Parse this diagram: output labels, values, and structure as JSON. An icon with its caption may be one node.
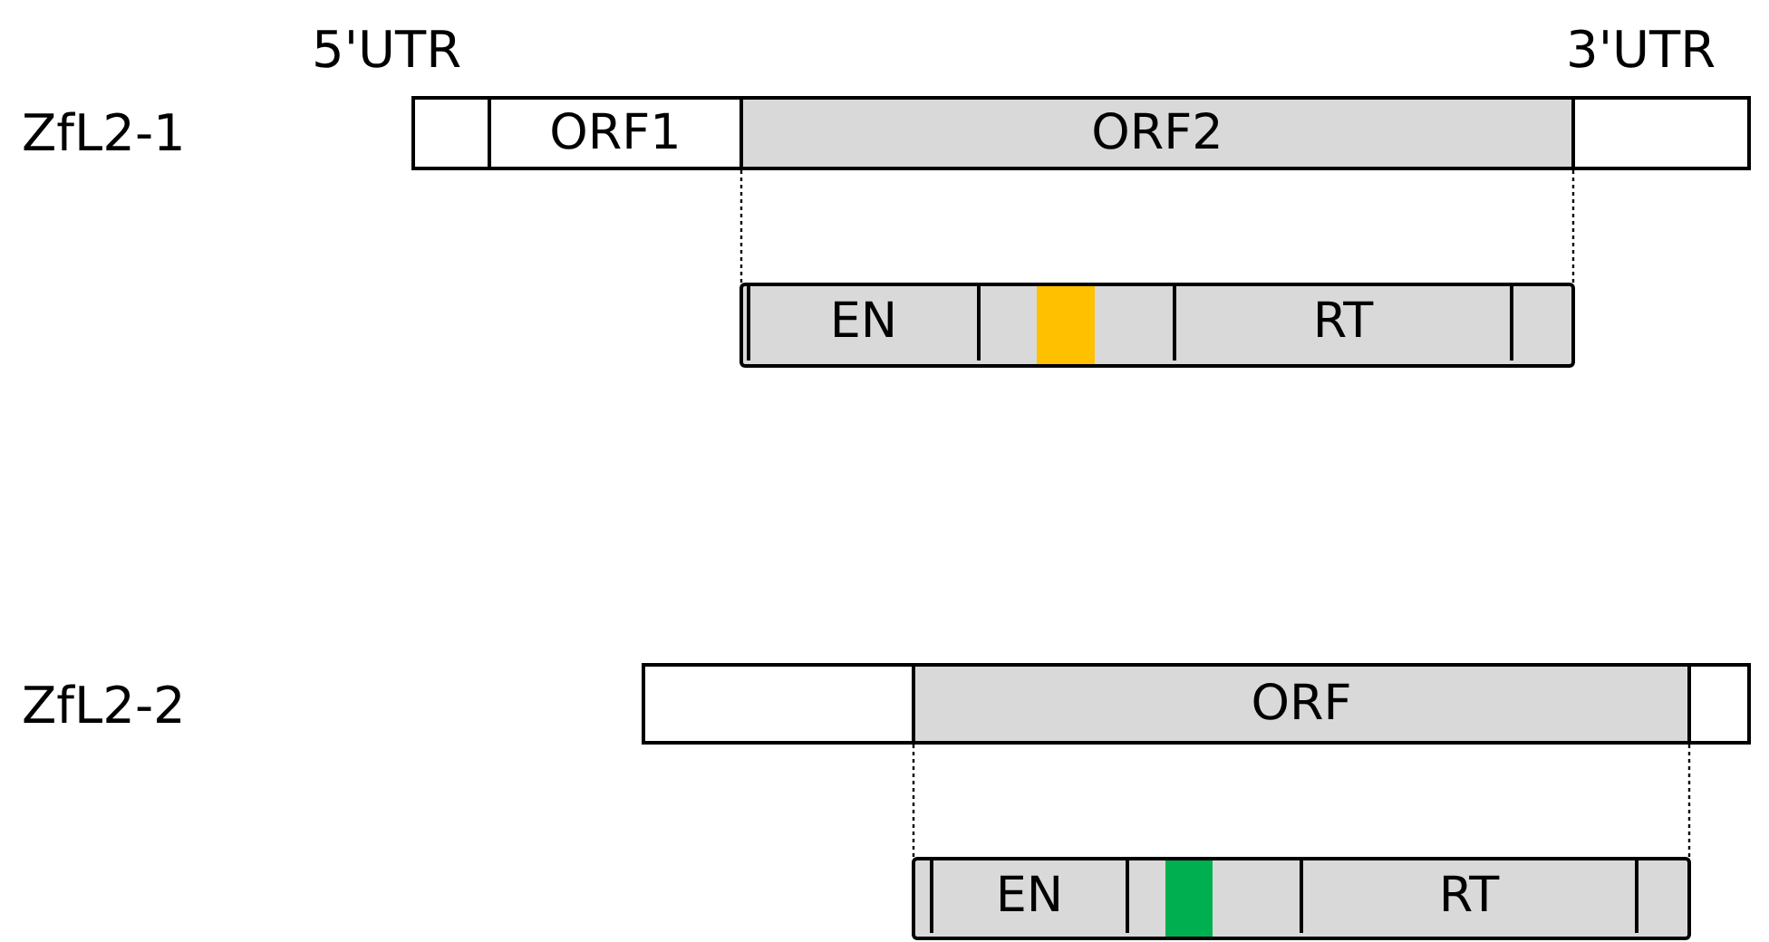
{
  "diagram": {
    "nodes": [
      {
        "text": [],
        "shape": "box",
        "beside": [
          "5'UTR"
        ]
      },
      {
        "text": [
          "ORF1"
        ]
      },
      {
        "text": [
          "ORF2"
        ]
      },
      {
        "text": [],
        "shape": "box",
        "beside": [
          "3'UTR"
        ]
      },
      {
        "text": [],
        "shape": "bar"
      },
      {
        "text": [
          "EN"
        ],
        "in": 4
      },
      {
        "text": [],
        "shape": "box",
        "in": 4
      },
      {
        "text": [
          "RT"
        ],
        "in": 4
      },
      {
        "text": [],
        "shape": "box"
      },
      {
        "text": [
          "ORF"
        ]
      },
      {
        "text": [],
        "shape": "box"
      },
      {
        "text": [],
        "shape": "bar"
      },
      {
        "text": [
          "EN"
        ],
        "in": 11
      },
      {
        "text": [],
        "shape": "box",
        "in": 11
      },
      {
        "text": [
          "RT"
        ],
        "in": 11
      }
    ],
    "edges": [
      {
        "from": 2,
        "to": 4,
        "arrow": "none",
        "style": "dashed"
      },
      {
        "from": 2,
        "to": 4,
        "arrow": "none",
        "style": "dashed"
      },
      {
        "from": 9,
        "to": 11,
        "arrow": "none",
        "style": "dashed"
      },
      {
        "from": 9,
        "to": 11,
        "arrow": "none",
        "style": "dashed"
      }
    ],
    "labels": [
      "ZfL2-1",
      "ZfL2-2"
    ]
  }
}
